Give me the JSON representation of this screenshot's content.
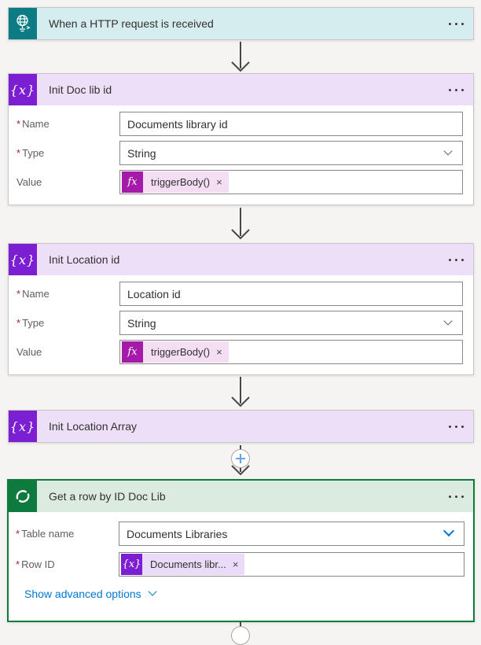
{
  "ui": {
    "required_marker": "*",
    "token_close": "×",
    "var_glyph": "{x}",
    "fx_glyph": "fx"
  },
  "colors": {
    "canvas_bg": "#f5f4f2",
    "trigger_icon_bg": "#0b7c83",
    "trigger_header_bg": "#d6edf0",
    "variable_icon_bg": "#7c1fd2",
    "variable_header_bg": "#ecdff7",
    "dataverse_icon_bg": "#0e7a3d",
    "dataverse_header_bg": "#dcebe0",
    "dataverse_border": "#0f7b3d",
    "expression_token_bg": "#a51aa8",
    "expression_pill_bg": "#f3def4",
    "variable_pill_bg": "#eadcf8",
    "link_blue": "#0078d4",
    "required_red": "#a4262c"
  },
  "cards": {
    "trigger": {
      "title": "When a HTTP request is received"
    },
    "init_doc": {
      "title": "Init Doc lib id",
      "name_label": "Name",
      "name_value": "Documents library id",
      "type_label": "Type",
      "type_value": "String",
      "value_label": "Value",
      "token": "triggerBody()"
    },
    "init_loc": {
      "title": "Init Location id",
      "name_label": "Name",
      "name_value": "Location id",
      "type_label": "Type",
      "type_value": "String",
      "value_label": "Value",
      "token": "triggerBody()"
    },
    "init_arr": {
      "title": "Init Location Array"
    },
    "get_row": {
      "title": "Get a row by ID Doc Lib",
      "table_label": "Table name",
      "table_value": "Documents Libraries",
      "rowid_label": "Row ID",
      "rowid_token": "Documents libr...",
      "advanced_label": "Show advanced options"
    }
  }
}
